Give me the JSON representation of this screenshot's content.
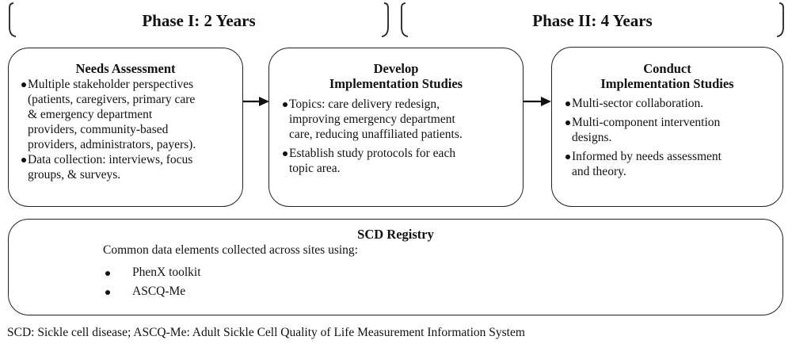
{
  "phases": [
    {
      "label": "Phase I: 2 Years"
    },
    {
      "label": "Phase II: 4 Years"
    }
  ],
  "boxes": {
    "needs": {
      "title_lines": [
        "Needs Assessment"
      ],
      "bullets": [
        [
          "Multiple stakeholder perspectives",
          "(patients, caregivers, primary care",
          "& emergency department",
          "providers, community-based",
          "providers, administrators, payers)."
        ],
        [
          "Data collection: interviews, focus",
          "groups, & surveys."
        ]
      ]
    },
    "develop": {
      "title_lines": [
        "Develop",
        "Implementation Studies"
      ],
      "bullets": [
        [
          "Topics: care delivery redesign,",
          "improving emergency department",
          "care, reducing unaffiliated patients."
        ],
        [
          "Establish study protocols for each",
          "topic area."
        ]
      ]
    },
    "conduct": {
      "title_lines": [
        "Conduct",
        "Implementation Studies"
      ],
      "bullets": [
        [
          "Multi-sector collaboration."
        ],
        [
          "Multi-component intervention",
          "designs."
        ],
        [
          "Informed by needs assessment",
          "and theory."
        ]
      ]
    }
  },
  "registry": {
    "title": "SCD Registry",
    "intro": "Common data elements collected across sites using:",
    "items": [
      "PhenX toolkit",
      "ASCQ-Me"
    ]
  },
  "footnote": "SCD: Sickle cell disease; ASCQ-Me: Adult Sickle Cell Quality of Life Measurement Information System"
}
